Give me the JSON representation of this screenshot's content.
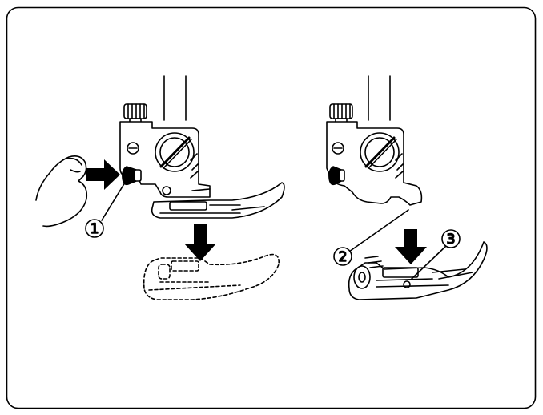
{
  "colors": {
    "line": "#000000",
    "background": "#ffffff",
    "frame_border": "#000000"
  },
  "callouts": {
    "c1": "1",
    "c2": "2",
    "c3": "3"
  },
  "panels": {
    "left": {
      "objects": [
        "finger-icon",
        "push-arrow",
        "release-button",
        "presser-foot-holder",
        "presser-foot",
        "down-arrow",
        "dashed-presser-foot"
      ]
    },
    "right": {
      "objects": [
        "presser-foot-holder",
        "groove",
        "down-arrow",
        "presser-foot",
        "pin"
      ]
    }
  }
}
